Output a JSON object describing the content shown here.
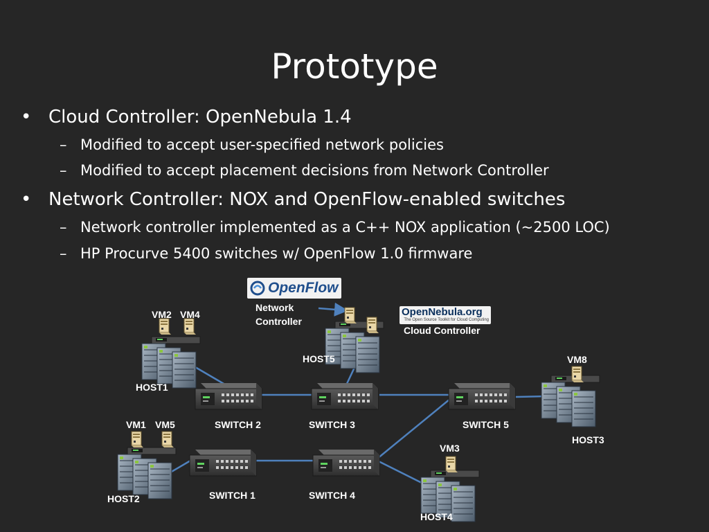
{
  "title": "Prototype",
  "bullets": [
    {
      "text": "Cloud Controller:  OpenNebula 1.4",
      "subs": [
        "Modified to accept user-specified network policies",
        "Modified to accept placement decisions from Network Controller"
      ]
    },
    {
      "text": "Network Controller:  NOX and OpenFlow-enabled switches",
      "subs": [
        "Network controller implemented as a C++ NOX application (~2500 LOC)",
        "HP Procurve 5400 switches w/ OpenFlow 1.0 firmware"
      ]
    }
  ],
  "bullet_glyph": "•",
  "dash_glyph": "–",
  "diagram": {
    "openflow_logo": "OpenFlow",
    "opennebula_logo": "OpenNebula.org",
    "opennebula_tagline": "The Open Source Toolkit for Cloud Computing",
    "network_controller_label": "Network\nController",
    "cloud_controller_label": "Cloud Controller",
    "hosts": {
      "host1": "HOST1",
      "host2": "HOST2",
      "host3": "HOST3",
      "host4": "HOST4",
      "host5": "HOST5"
    },
    "switches": {
      "switch1": "SWITCH 1",
      "switch2": "SWITCH 2",
      "switch3": "SWITCH 3",
      "switch4": "SWITCH 4",
      "switch5": "SWITCH 5"
    },
    "vms": {
      "vm1": "VM1",
      "vm2": "VM2",
      "vm3": "VM3",
      "vm4": "VM4",
      "vm5": "VM5",
      "vm8": "VM8"
    },
    "colors": {
      "link": "#4f81bd",
      "background": "#262626",
      "switch_body": "#3c3c3c",
      "server_body": "#7c8ea0"
    }
  }
}
